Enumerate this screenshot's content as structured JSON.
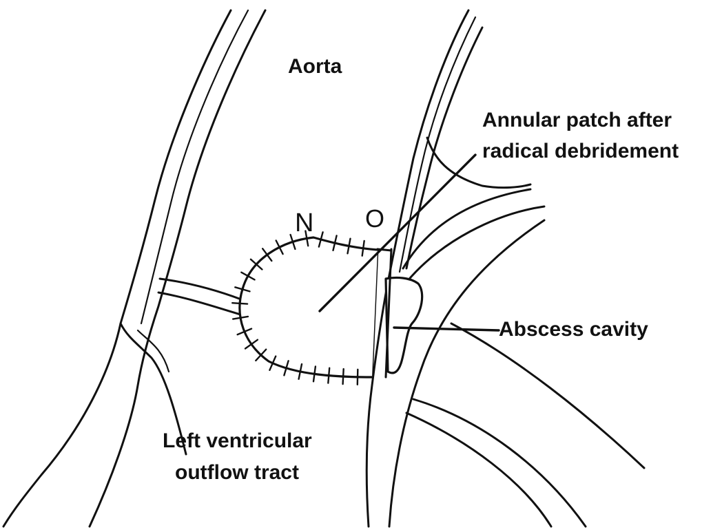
{
  "labels": {
    "aorta": "Aorta",
    "annular_patch_line1": "Annular patch after",
    "annular_patch_line2": "radical debridement",
    "abscess_cavity": "Abscess cavity",
    "lvot_line1": "Left ventricular",
    "lvot_line2": "outflow tract"
  },
  "leaflet_marks": {
    "left": "N",
    "right": "O"
  },
  "colors": {
    "ink": "#111111",
    "background": "#ffffff"
  }
}
